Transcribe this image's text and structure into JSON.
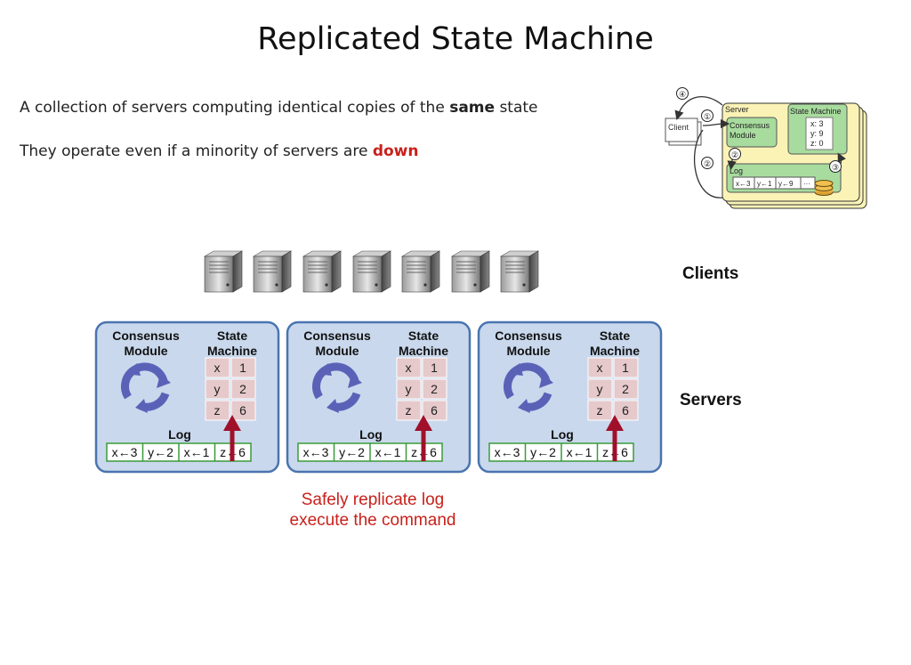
{
  "slide": {
    "title": "Replicated State Machine",
    "line1": {
      "prefix": "A collection of servers computing identical copies of the ",
      "emphasis": "same",
      "suffix": " state"
    },
    "line2": {
      "prefix": "They operate even if a minority of servers are ",
      "emphasis": "down"
    }
  },
  "inset": {
    "steps": [
      "④",
      "①",
      "②",
      "③"
    ],
    "client": "Client",
    "server": "Server",
    "consensus_line1": "Consensus",
    "consensus_line2": "Module",
    "state_machine": "State Machine",
    "state_values": [
      "x: 3",
      "y: 9",
      "z: 0"
    ],
    "log": "Log",
    "log_entries": [
      "x←3",
      "y←1",
      "y←9",
      "···"
    ]
  },
  "main": {
    "clients_label": "Clients",
    "servers_label": "Servers",
    "consensus_line1": "Consensus",
    "consensus_line2": "Module",
    "state_line1": "State",
    "state_line2": "Machine",
    "log_label": "Log",
    "state_rows": [
      [
        "x",
        "1"
      ],
      [
        "y",
        "2"
      ],
      [
        "z",
        "6"
      ]
    ],
    "log_entries": [
      "x←3",
      "y←2",
      "x←1",
      "z←6"
    ],
    "caption_line1": "Safely replicate log",
    "caption_line2": "execute the command"
  },
  "colors": {
    "server_fill": "#c9d8ec",
    "server_border": "#4a74b0",
    "state_cell": "#e6c9cb",
    "log_border": "#3a9a3a",
    "arrow": "#a0102a",
    "inset_server": "#fbf3b6",
    "inset_module": "#a8dc9e",
    "caption": "#c8211b"
  }
}
